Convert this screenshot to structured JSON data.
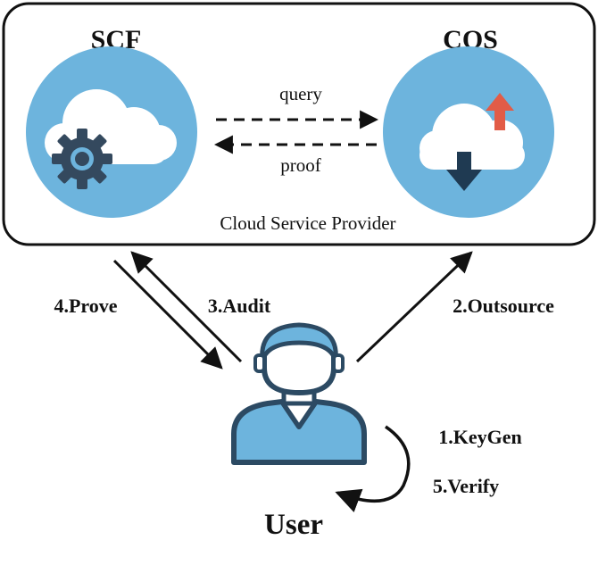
{
  "provider": {
    "label": "Cloud Service Provider",
    "scf_title": "SCF",
    "cos_title": "COS",
    "query_label": "query",
    "proof_label": "proof"
  },
  "steps": {
    "keygen": "1.KeyGen",
    "outsource": "2.Outsource",
    "audit": "3.Audit",
    "prove": "4.Prove",
    "verify": "5.Verify"
  },
  "user": {
    "label": "User"
  },
  "colors": {
    "circle_blue": "#6db4dd",
    "cloud_white": "#ffffff",
    "gear_dark": "#34495e",
    "arrow_down": "#1f3a52",
    "arrow_up": "#e25c47",
    "user_fill": "#6db4dd",
    "user_stroke": "#2c4a63"
  },
  "icons": {
    "scf": "cloud-gear-icon",
    "cos": "cloud-upload-download-icon",
    "user": "user-avatar-icon"
  }
}
